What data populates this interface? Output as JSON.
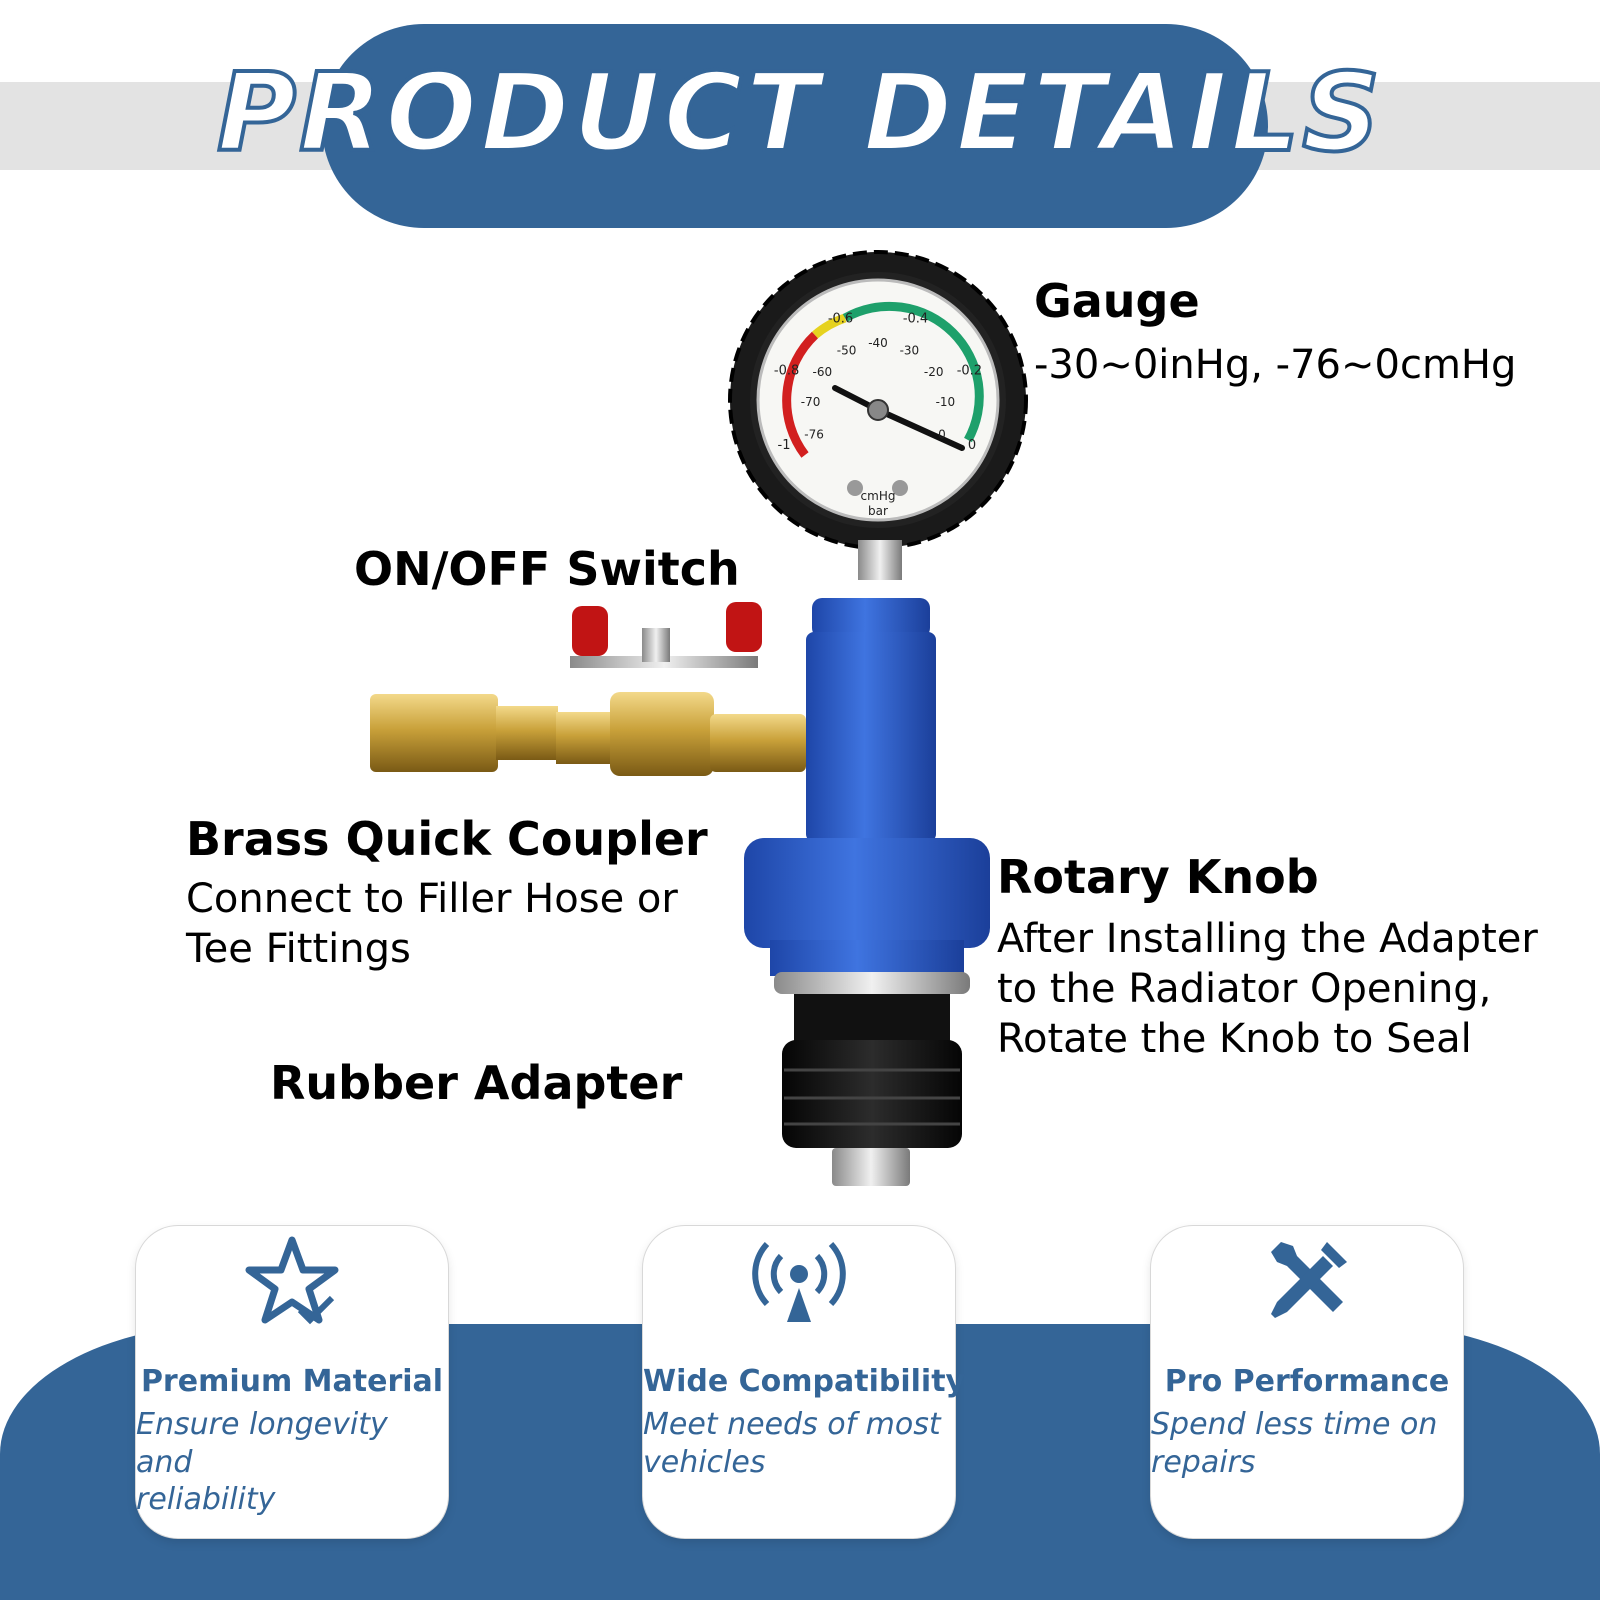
{
  "header": {
    "title": "PRODUCT DETAILS"
  },
  "callouts": {
    "gauge": {
      "title": "Gauge",
      "desc": "-30~0inHg, -76~0cmHg"
    },
    "switch": {
      "title": "ON/OFF Switch"
    },
    "coupler": {
      "title": "Brass Quick Coupler",
      "desc_line1": "Connect to Filler Hose or",
      "desc_line2": "Tee Fittings"
    },
    "knob": {
      "title": "Rotary Knob",
      "desc_line1": "After Installing the Adapter",
      "desc_line2": "to the Radiator Opening,",
      "desc_line3": "Rotate the Knob to Seal"
    },
    "rubber": {
      "title": "Rubber Adapter"
    }
  },
  "gauge_dial": {
    "outer_scale": [
      "-1",
      "-0.8",
      "-0.6",
      "-0.4",
      "-0.2",
      "0"
    ],
    "inner_scale": [
      "-76",
      "-70",
      "-60",
      "-50",
      "-40",
      "-30",
      "-20",
      "-10",
      "0"
    ],
    "units_line1": "cmHg",
    "units_line2": "bar"
  },
  "features": [
    {
      "icon": "star-check-icon",
      "title": "Premium Material",
      "desc_line1": "Ensure longevity and",
      "desc_line2": "reliability"
    },
    {
      "icon": "signal-broadcast-icon",
      "title": "Wide Compatibility",
      "desc_line1": "Meet needs of most",
      "desc_line2": "vehicles"
    },
    {
      "icon": "wrench-screwdriver-icon",
      "title": "Pro Performance",
      "desc_line1": "Spend less time on",
      "desc_line2": "repairs"
    }
  ],
  "colors": {
    "brand_blue": "#346597",
    "header_stripe": "#e3e3e3",
    "adapter_blue": "#2f5fc4",
    "brass": "#c9a13a"
  }
}
